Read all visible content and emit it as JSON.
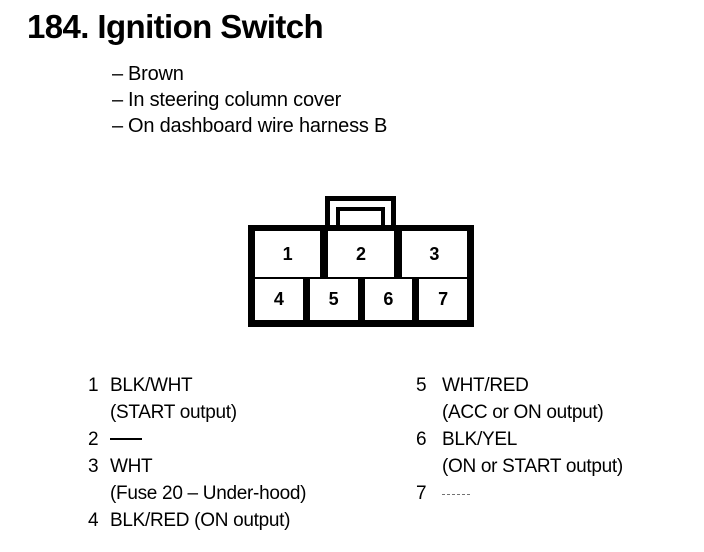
{
  "page": {
    "title": "184. Ignition Switch",
    "number": "184.",
    "name": "Ignition Switch"
  },
  "subtitle": {
    "dash": "–",
    "items": [
      "Brown",
      "In steering column cover",
      "On dashboard wire harness B"
    ]
  },
  "connector": {
    "top_row": [
      "1",
      "2",
      "3"
    ],
    "bottom_row": [
      "4",
      "5",
      "6",
      "7"
    ],
    "latch": "connector-latch"
  },
  "legend": {
    "left": [
      {
        "num": "1",
        "desc": "BLK/WHT",
        "sub": "(START output)",
        "empty": false
      },
      {
        "num": "2",
        "desc": "",
        "sub": "",
        "empty": true
      },
      {
        "num": "3",
        "desc": "WHT",
        "sub": "(Fuse 20 – Under-hood)",
        "empty": false
      },
      {
        "num": "4",
        "desc": "BLK/RED (ON output)",
        "sub": "",
        "empty": false
      }
    ],
    "right": [
      {
        "num": "5",
        "desc": "WHT/RED",
        "sub": "(ACC or ON output)",
        "empty": false
      },
      {
        "num": "6",
        "desc": "BLK/YEL",
        "sub": "(ON or START output)",
        "empty": false
      },
      {
        "num": "7",
        "desc": "",
        "sub": "",
        "empty": true
      }
    ]
  },
  "colors": {
    "ink": "#000000",
    "paper": "#ffffff"
  }
}
